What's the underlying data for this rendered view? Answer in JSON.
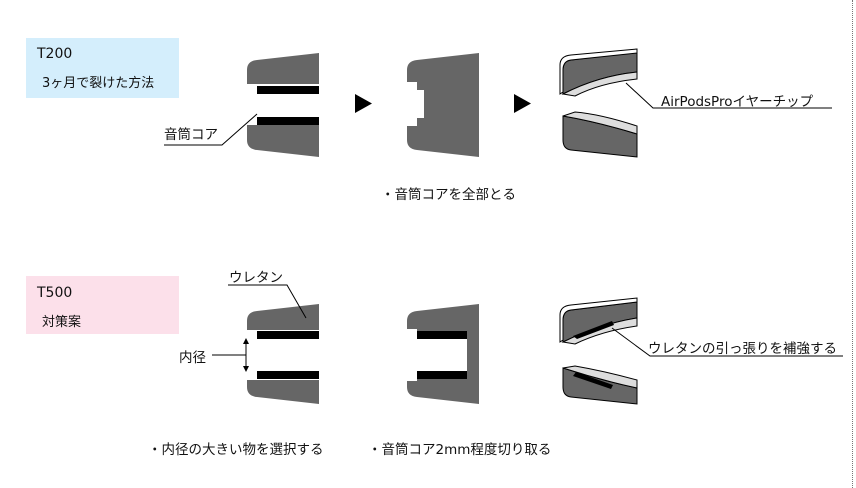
{
  "colors": {
    "body_gray": "#666666",
    "core_black": "#000000",
    "tip_fill": "#dddddd",
    "t200_tag_bg": "#d4eefc",
    "t500_tag_bg": "#fce0ea"
  },
  "t200": {
    "tag_title": "T200",
    "tag_sub": "3ヶ月で裂けた方法",
    "label_core": "音筒コア",
    "label_airpods": "AirPodsProイヤーチップ",
    "step_caption": "・音筒コアを全部とる"
  },
  "t500": {
    "tag_title": "T500",
    "tag_sub": "対策案",
    "label_urethane": "ウレタン",
    "label_inner_diameter": "内径",
    "label_reinforce": "ウレタンの引っ張りを補強する",
    "step_caption_1": "・内径の大きい物を選択する",
    "step_caption_2": "・音筒コア2mm程度切り取る"
  },
  "icons": [
    "arrow-right-icon"
  ]
}
